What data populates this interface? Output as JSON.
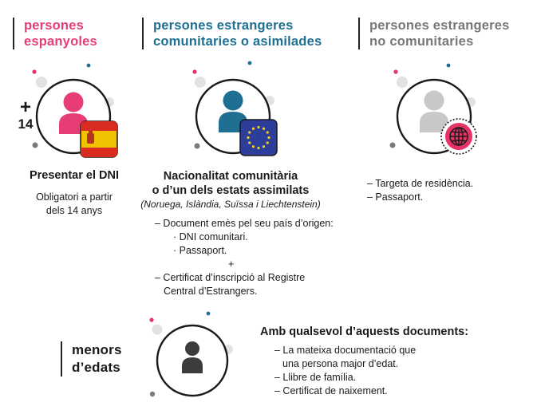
{
  "colors": {
    "spanish": "#e53d74",
    "eu": "#1e6f92",
    "non_eu": "#777777",
    "minors": "#3c3c3a",
    "dot_red": "#e63366",
    "dot_blue": "#1e6f92",
    "dot_gray": "#7a7a7a",
    "bubble_gray": "#e2e2e2"
  },
  "col1": {
    "heading": [
      "persones",
      "espanyoles"
    ],
    "age_marker": {
      "plus": "+",
      "age": "14"
    },
    "title": "Presentar el DNI",
    "lines": [
      "Obligatori a partir",
      "dels 14 anys"
    ],
    "icons": [
      "person-icon",
      "spain-flag-icon"
    ]
  },
  "col2": {
    "heading": [
      "persones estrangeres",
      "comunitaries o asimilades"
    ],
    "title": [
      "Nacionalitat comunitària",
      "o d’un dels estats assimilats"
    ],
    "subtitle": "(Noruega, Islàndia, Suïssa i  Liechtenstein)",
    "lines": [
      "– Document emès pel seu país d’origen:",
      "· DNI comunitari.",
      "· Passaport.",
      "+",
      "– Certificat d’inscripció al Registre",
      "Central d’Estrangers."
    ],
    "icons": [
      "person-icon",
      "eu-flag-icon"
    ]
  },
  "col3": {
    "heading": [
      "persones estrangeres",
      "no comunitaries"
    ],
    "lines": [
      "– Targeta de residència.",
      "– Passaport."
    ],
    "icons": [
      "person-icon",
      "globe-icon"
    ]
  },
  "minors": {
    "heading": [
      "menors",
      "d’edats"
    ],
    "title": "Amb qualsevol d’aquests documents:",
    "lines": [
      "– La mateixa documentació que",
      "una persona major d’edat.",
      "– Llibre de família.",
      "– Certificat de naixement."
    ],
    "icons": [
      "person-icon"
    ]
  }
}
